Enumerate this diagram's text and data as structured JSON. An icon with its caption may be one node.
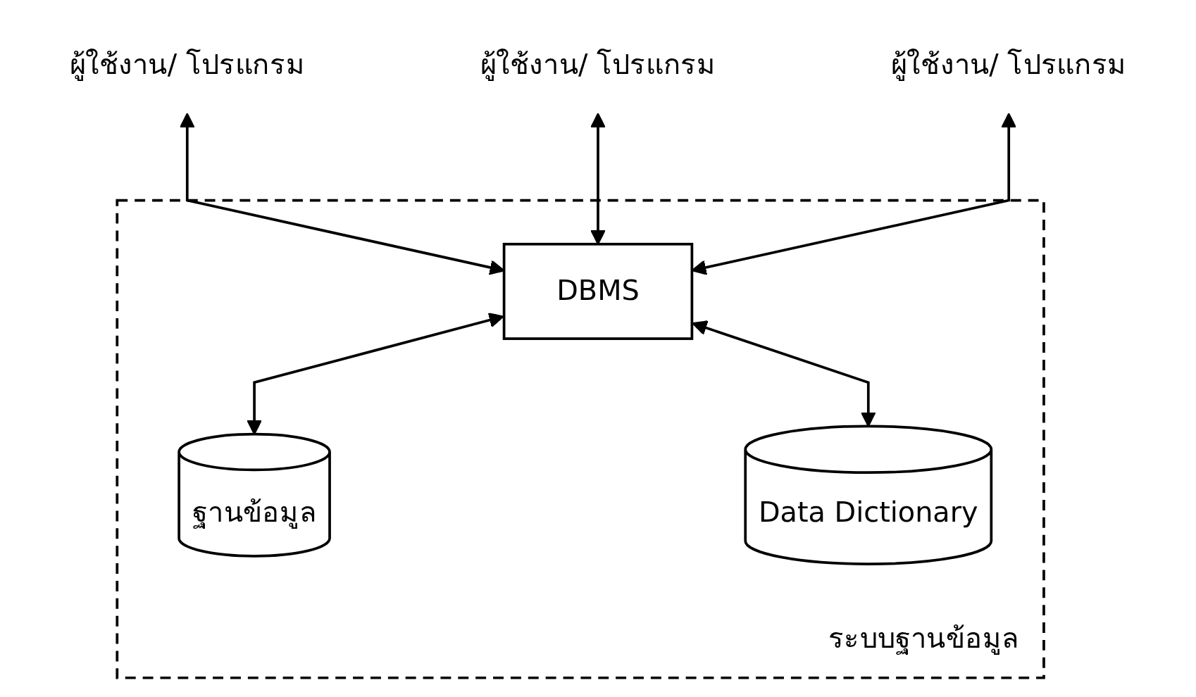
{
  "diagram": {
    "nodes": [
      {
        "text": [
          "ระบบฐานข้อมูล"
        ]
      },
      {
        "text": [
          "ผู้ใช้งาน/ โปรแกรม"
        ]
      },
      {
        "text": [
          "ผู้ใช้งาน/ โปรแกรม"
        ]
      },
      {
        "text": [
          "ผู้ใช้งาน/ โปรแกรม"
        ]
      },
      {
        "text": [
          "DBMS"
        ],
        "in": 0
      },
      {
        "text": [
          "ฐานข้อมูล"
        ],
        "in": 0
      },
      {
        "text": [
          "Data Dictionary"
        ],
        "in": 0
      }
    ],
    "edges": [
      {
        "from": 1,
        "to": 4,
        "arrow": "both"
      },
      {
        "from": 2,
        "to": 4,
        "arrow": "both"
      },
      {
        "from": 3,
        "to": 4,
        "arrow": "both"
      },
      {
        "from": 4,
        "to": 5,
        "arrow": "both"
      },
      {
        "from": 4,
        "to": 6,
        "arrow": "both"
      }
    ]
  }
}
